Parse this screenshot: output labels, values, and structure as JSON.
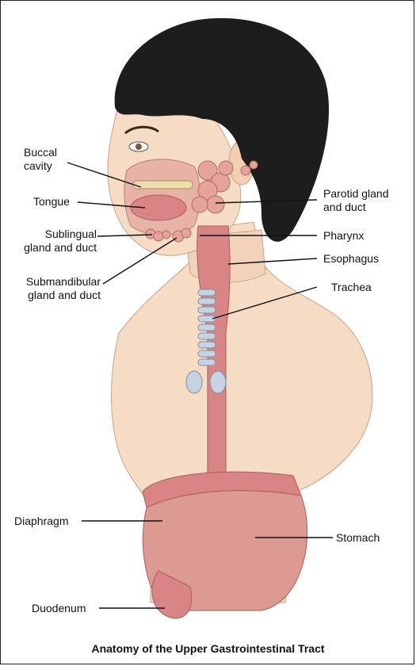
{
  "labels": {
    "buccal": "Buccal\ncavity",
    "tongue": "Tongue",
    "sublingual": "Sublingual\ngland and duct",
    "submandibular": "Submandibular\ngland and duct",
    "parotid": "Parotid gland\nand duct",
    "pharynx": "Pharynx",
    "esophagus": "Esophagus",
    "trachea": "Trachea",
    "diaphragm": "Diaphragm",
    "stomach": "Stomach",
    "duodenum": "Duodenum"
  },
  "caption": "Anatomy of the Upper Gastrointestinal Tract",
  "colors": {
    "skin": "#f6dcc4",
    "skin_shadow": "#e9c3a4",
    "hair": "#1d1d1d",
    "tissue": "#d98585",
    "tissue_dark": "#b85a5a",
    "gland": "#e6a39a",
    "trachea": "#c7d3e0"
  }
}
